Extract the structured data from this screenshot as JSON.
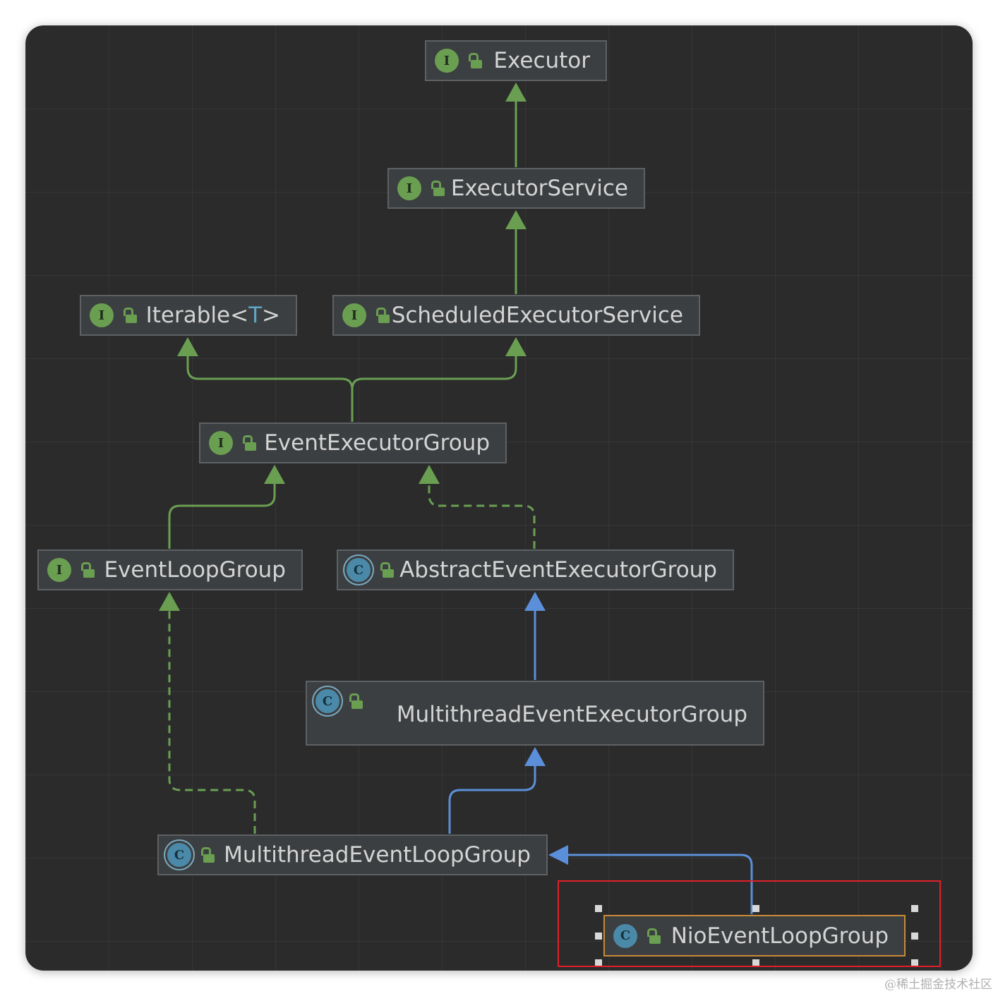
{
  "diagram": {
    "nodes": [
      {
        "id": "executor",
        "kind": "interface",
        "badge": "I",
        "label": "Executor"
      },
      {
        "id": "executor-service",
        "kind": "interface",
        "badge": "I",
        "label": "ExecutorService"
      },
      {
        "id": "iterable",
        "kind": "interface",
        "badge": "I",
        "label": "Iterable<",
        "type_param": "T",
        "label_suffix": ">"
      },
      {
        "id": "scheduled-executor-service",
        "kind": "interface",
        "badge": "I",
        "label": "ScheduledExecutorService"
      },
      {
        "id": "event-executor-group",
        "kind": "interface",
        "badge": "I",
        "label": "EventExecutorGroup"
      },
      {
        "id": "event-loop-group",
        "kind": "interface",
        "badge": "I",
        "label": "EventLoopGroup"
      },
      {
        "id": "abstract-event-executor-group",
        "kind": "abstract-class",
        "badge": "C",
        "label": "AbstractEventExecutorGroup"
      },
      {
        "id": "multithread-event-executor-group",
        "kind": "abstract-class",
        "badge": "C",
        "label": "MultithreadEventExecutorGroup"
      },
      {
        "id": "multithread-event-loop-group",
        "kind": "abstract-class",
        "badge": "C",
        "label": "MultithreadEventLoopGroup"
      },
      {
        "id": "nio-event-loop-group",
        "kind": "class",
        "badge": "C",
        "label": "NioEventLoopGroup",
        "selected": true
      }
    ],
    "edges": [
      {
        "from": "executor-service",
        "to": "executor",
        "type": "interface-extends"
      },
      {
        "from": "scheduled-executor-service",
        "to": "executor-service",
        "type": "interface-extends"
      },
      {
        "from": "event-executor-group",
        "to": "iterable",
        "type": "interface-extends"
      },
      {
        "from": "event-executor-group",
        "to": "scheduled-executor-service",
        "type": "interface-extends"
      },
      {
        "from": "event-loop-group",
        "to": "event-executor-group",
        "type": "interface-extends"
      },
      {
        "from": "abstract-event-executor-group",
        "to": "event-executor-group",
        "type": "implements"
      },
      {
        "from": "multithread-event-executor-group",
        "to": "abstract-event-executor-group",
        "type": "class-extends"
      },
      {
        "from": "multithread-event-loop-group",
        "to": "multithread-event-executor-group",
        "type": "class-extends"
      },
      {
        "from": "multithread-event-loop-group",
        "to": "event-loop-group",
        "type": "implements"
      },
      {
        "from": "nio-event-loop-group",
        "to": "multithread-event-loop-group",
        "type": "class-extends"
      }
    ],
    "colors": {
      "interface_extends": "#6a9f52",
      "implements": "#6a9f52",
      "class_extends": "#5b8fd9",
      "selection_highlight": "#e0202a",
      "selected_node_border": "#c78a38"
    }
  },
  "watermark": "@稀土掘金技术社区"
}
